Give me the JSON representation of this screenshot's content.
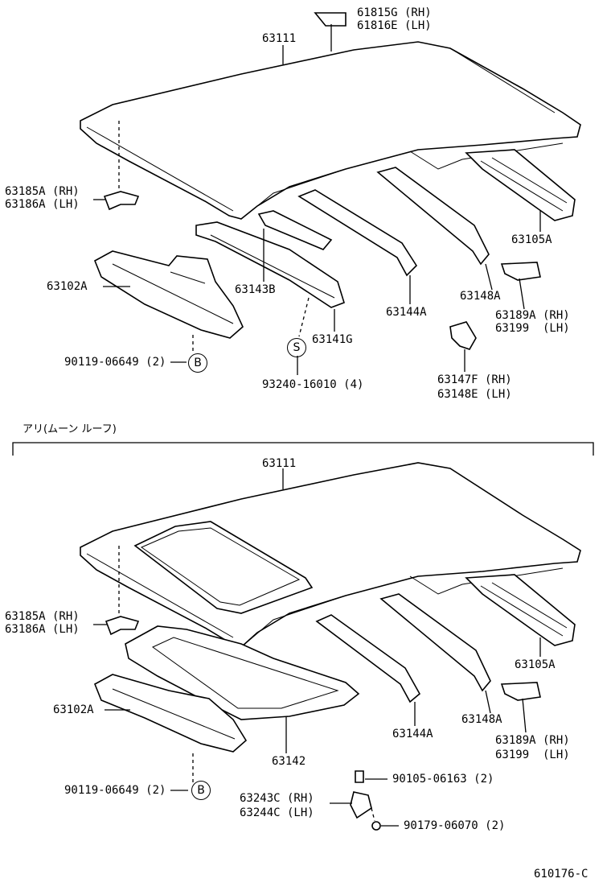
{
  "section_title": "アリ(ムーン ルーフ)",
  "diagram_code": "610176-C",
  "top": {
    "p_61815": "61815G (RH)",
    "p_61816": "61816E (LH)",
    "p_roof": "63111",
    "p_63185": "63185A (RH)",
    "p_63186": "63186A (LH)",
    "p_63105": "63105A",
    "p_63143": "63143B",
    "p_63102": "63102A",
    "p_63148a": "63148A",
    "p_63144": "63144A",
    "p_63189": "63189A (RH)",
    "p_63199": "63199  (LH)",
    "p_63141": "63141G",
    "p_90119": "90119-06649 (2)",
    "p_93240": "93240-16010 (4)",
    "p_63147": "63147F (RH)",
    "p_63148e": "63148E (LH)",
    "circle_b": "B",
    "circle_s": "S"
  },
  "bottom": {
    "p_roof": "63111",
    "p_63185": "63185A (RH)",
    "p_63186": "63186A (LH)",
    "p_63105": "63105A",
    "p_63102": "63102A",
    "p_63144": "63144A",
    "p_63148a": "63148A",
    "p_63189": "63189A (RH)",
    "p_63199": "63199  (LH)",
    "p_63142": "63142",
    "p_90105": "90105-06163 (2)",
    "p_90119": "90119-06649 (2)",
    "p_63243": "63243C (RH)",
    "p_63244": "63244C (LH)",
    "p_90179": "90179-06070 (2)",
    "circle_b": "B"
  }
}
